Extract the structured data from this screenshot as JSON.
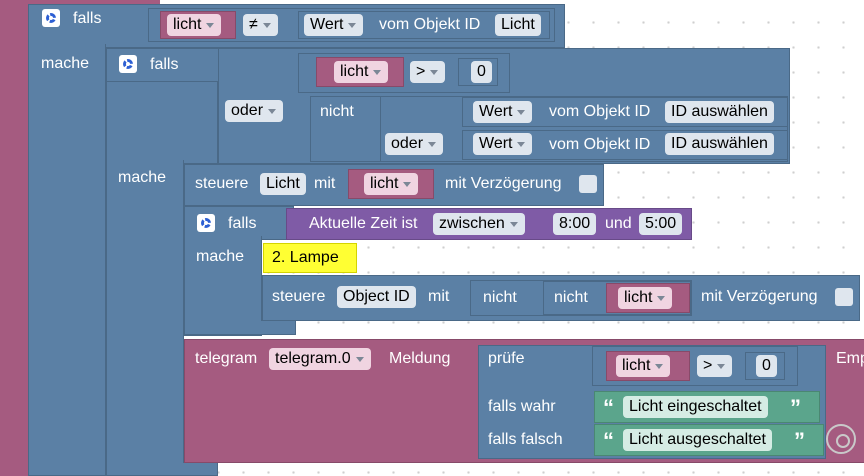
{
  "colors": {
    "logic_block": "#5b80a5",
    "variable_block": "#a55b80",
    "time_block": "#7f5ba6",
    "text_block": "#5ba58c",
    "comment": "#ffff33"
  },
  "outer_if": {
    "keyword": "falls",
    "do_label": "mache",
    "condition": {
      "variable": "licht",
      "operator": "≠",
      "value_dropdown": "Wert",
      "object_label": "vom Objekt ID",
      "object_id": "Licht"
    }
  },
  "inner_if": {
    "keyword": "falls",
    "do_label": "mache",
    "compare": {
      "variable": "licht",
      "operator": ">",
      "number": "0"
    },
    "or_1": "oder",
    "not_label": "nicht",
    "state_1": {
      "value_dropdown": "Wert",
      "object_label": "vom Objekt ID",
      "object_id": "ID auswählen"
    },
    "or_2": "oder",
    "state_2": {
      "value_dropdown": "Wert",
      "object_label": "vom Objekt ID",
      "object_id": "ID auswählen"
    }
  },
  "control_1": {
    "keyword": "steuere",
    "object": "Licht",
    "with": "mit",
    "variable": "licht",
    "delay_label": "mit Verzögerung"
  },
  "time_if": {
    "keyword": "falls",
    "do_label": "mache",
    "time_label": "Aktuelle Zeit ist",
    "mode": "zwischen",
    "start": "8:00",
    "and": "und",
    "end": "5:00"
  },
  "comment": {
    "text": "2. Lampe"
  },
  "control_2": {
    "keyword": "steuere",
    "object": "Object ID",
    "with": "mit",
    "not_1": "nicht",
    "not_2": "nicht",
    "variable": "licht",
    "delay_label": "mit Verzögerung"
  },
  "telegram": {
    "keyword": "telegram",
    "instance": "telegram.0",
    "message_label": "Meldung",
    "recipient_cut": "Emp"
  },
  "ternary": {
    "keyword": "prüfe",
    "compare": {
      "variable": "licht",
      "operator": ">",
      "number": "0"
    },
    "true_label": "falls wahr",
    "true_text": "Licht eingeschaltet",
    "false_label": "falls falsch",
    "false_text": "Licht ausgeschaltet"
  },
  "quotes": {
    "open": "“",
    "close": "”"
  }
}
